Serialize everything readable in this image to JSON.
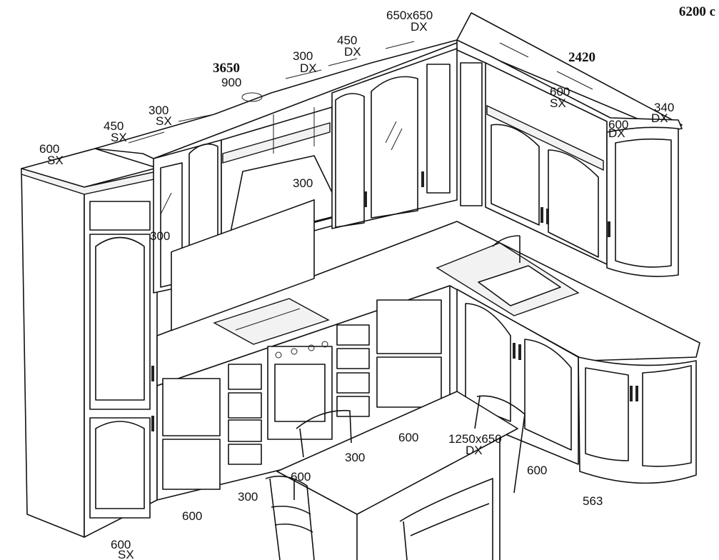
{
  "title_total": "6200 c",
  "dim_left_run": "3650",
  "dim_right_run": "2420",
  "labels": {
    "top_600sx": [
      "600",
      "SX"
    ],
    "top_450sx": [
      "450",
      "SX"
    ],
    "top_300sx": [
      "300",
      "SX"
    ],
    "top_900": "900",
    "top_300dx": [
      "300",
      "DX"
    ],
    "top_450dx": [
      "450",
      "DX"
    ],
    "top_corner": [
      "650x650",
      "DX"
    ],
    "top_600sx_right": [
      "600",
      "SX"
    ],
    "top_600dx": [
      "600",
      "DX"
    ],
    "top_340dx": [
      "340",
      "DX"
    ],
    "hood_300": "300",
    "wall_300": "300",
    "base_600sx": [
      "600",
      "SX"
    ],
    "base_600": "600",
    "base_300": "300",
    "base_600b": "600",
    "base_300b": "300",
    "base_600c": "600",
    "base_corner": [
      "1250x650",
      "DX"
    ],
    "base_600d": "600",
    "base_563": "563"
  }
}
